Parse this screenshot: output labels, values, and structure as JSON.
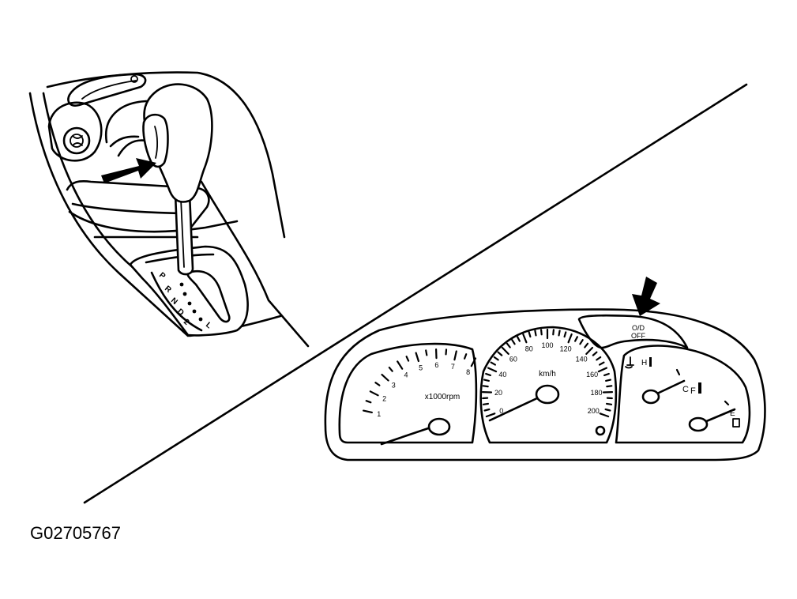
{
  "figure_id": "G02705767",
  "shifter": {
    "positions": [
      "P",
      "R",
      "N",
      "D",
      "2",
      "L"
    ]
  },
  "cluster": {
    "tachometer": {
      "ticks": [
        "1",
        "2",
        "3",
        "4",
        "5",
        "6",
        "7",
        "8"
      ],
      "unit": "x1000rpm"
    },
    "speedometer": {
      "ticks": [
        "0",
        "20",
        "40",
        "60",
        "80",
        "100",
        "120",
        "140",
        "160",
        "180",
        "200"
      ],
      "unit": "km/h"
    },
    "od_indicator": {
      "line1": "O/D",
      "line2": "OFF"
    },
    "temp_gauge": {
      "high": "H"
    },
    "fuel_gauge": {
      "full": "F",
      "empty": "E"
    }
  }
}
